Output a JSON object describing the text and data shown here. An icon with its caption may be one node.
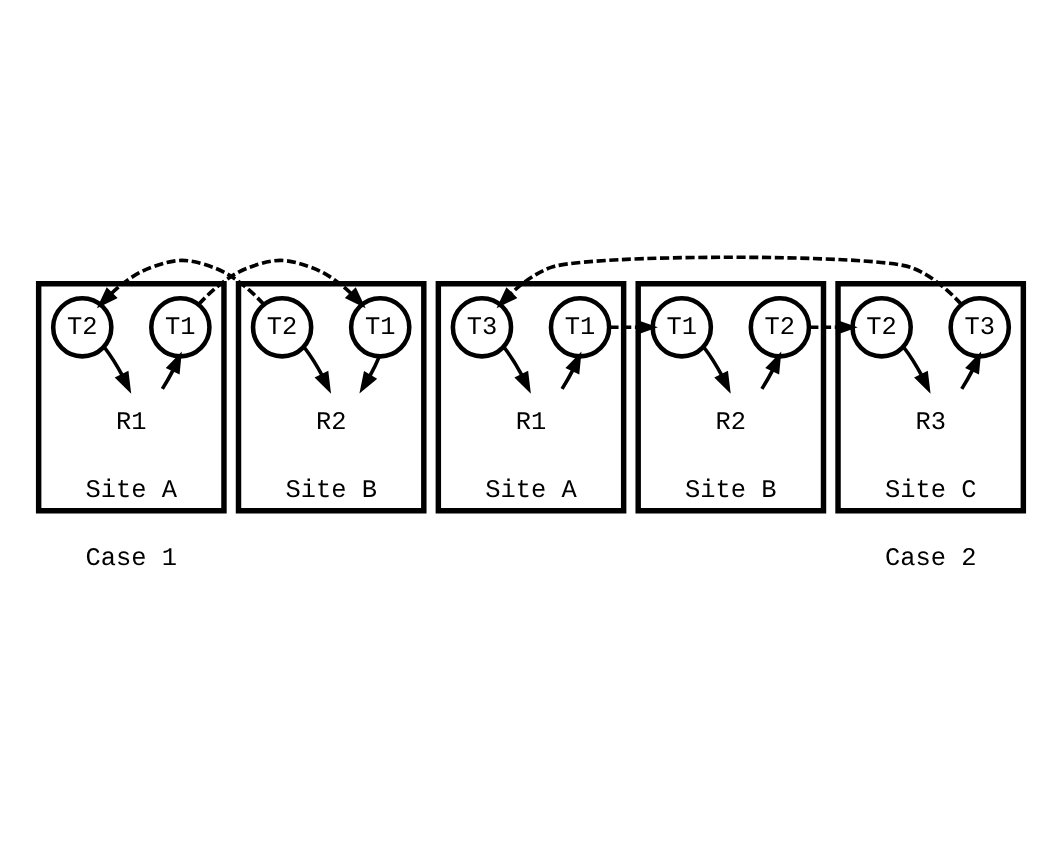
{
  "diagram": {
    "nodes": [
      {
        "text": [
          "Site A"
        ]
      },
      {
        "text": [
          "T1"
        ],
        "in": 0
      },
      {
        "text": [
          "T2"
        ],
        "in": 0
      },
      {
        "text": [
          "R1"
        ],
        "in": 0
      },
      {
        "text": [
          "Site B"
        ]
      },
      {
        "text": [
          "T1"
        ],
        "in": 4
      },
      {
        "text": [
          "T2"
        ],
        "in": 4
      },
      {
        "text": [
          "R2"
        ],
        "in": 4
      },
      {
        "text": [
          "Site A"
        ]
      },
      {
        "text": [
          "T1"
        ],
        "in": 8
      },
      {
        "text": [
          "T3"
        ],
        "in": 8
      },
      {
        "text": [
          "R1"
        ],
        "in": 8
      },
      {
        "text": [
          "Site B"
        ]
      },
      {
        "text": [
          "T2"
        ],
        "in": 12
      },
      {
        "text": [
          "T1"
        ],
        "in": 12
      },
      {
        "text": [
          "R2"
        ],
        "in": 12
      },
      {
        "text": [
          "Site C"
        ]
      },
      {
        "text": [
          "T3"
        ],
        "in": 16
      },
      {
        "text": [
          "T2"
        ],
        "in": 16
      },
      {
        "text": [
          "R3"
        ],
        "in": 16
      }
    ],
    "edges": [
      {
        "from": 3,
        "to": 1,
        "arrow": "to"
      },
      {
        "from": 2,
        "to": 3,
        "arrow": "to"
      },
      {
        "from": 5,
        "to": 7,
        "arrow": "to"
      },
      {
        "from": 6,
        "to": 7,
        "arrow": "to"
      },
      {
        "from": 1,
        "to": 5,
        "arrow": "to",
        "style": "dashed"
      },
      {
        "from": 6,
        "to": 2,
        "arrow": "to",
        "style": "dashed"
      },
      {
        "from": 11,
        "to": 9,
        "arrow": "to"
      },
      {
        "from": 10,
        "to": 11,
        "arrow": "to"
      },
      {
        "from": 15,
        "to": 13,
        "arrow": "to"
      },
      {
        "from": 14,
        "to": 15,
        "arrow": "to"
      },
      {
        "from": 19,
        "to": 17,
        "arrow": "to"
      },
      {
        "from": 18,
        "to": 19,
        "arrow": "to"
      },
      {
        "from": 9,
        "to": 14,
        "arrow": "to",
        "style": "dashed"
      },
      {
        "from": 17,
        "to": 10,
        "arrow": "to",
        "style": "dashed"
      },
      {
        "from": 13,
        "to": 18,
        "arrow": "to",
        "style": "dashed"
      }
    ],
    "labels": [
      "Case 1",
      "Case 2"
    ]
  }
}
